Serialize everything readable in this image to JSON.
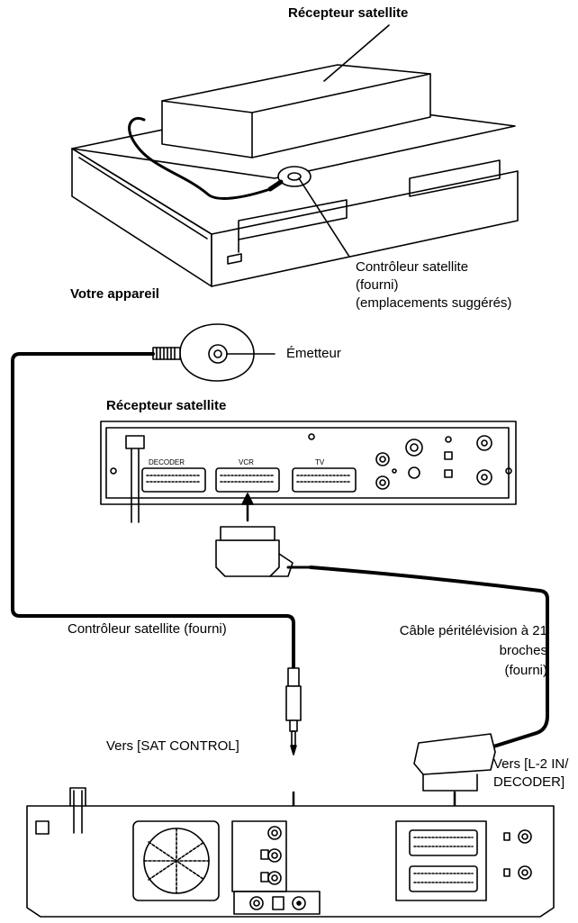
{
  "top": {
    "receiver_title": "Récepteur satellite",
    "unit_label": "Votre appareil",
    "controller_label_1": "Contrôleur satellite",
    "controller_label_2": "(fourni)",
    "controller_label_3": "(emplacements suggérés)"
  },
  "connection": {
    "emitter_label": "Émetteur",
    "receiver_title": "Récepteur satellite",
    "receiver_ports": {
      "decoder": "DECODER",
      "vcr": "VCR",
      "tv": "TV"
    },
    "controller_cable_label": "Contrôleur satellite (fourni)",
    "scart_cable_label_1": "Câble péritélévision à 21",
    "scart_cable_label_2": "broches",
    "scart_cable_label_3": "(fourni)",
    "sat_control_label": "Vers [SAT CONTROL]",
    "l2_label_1": "Vers [L-2 IN/",
    "l2_label_2": "DECODER]"
  }
}
